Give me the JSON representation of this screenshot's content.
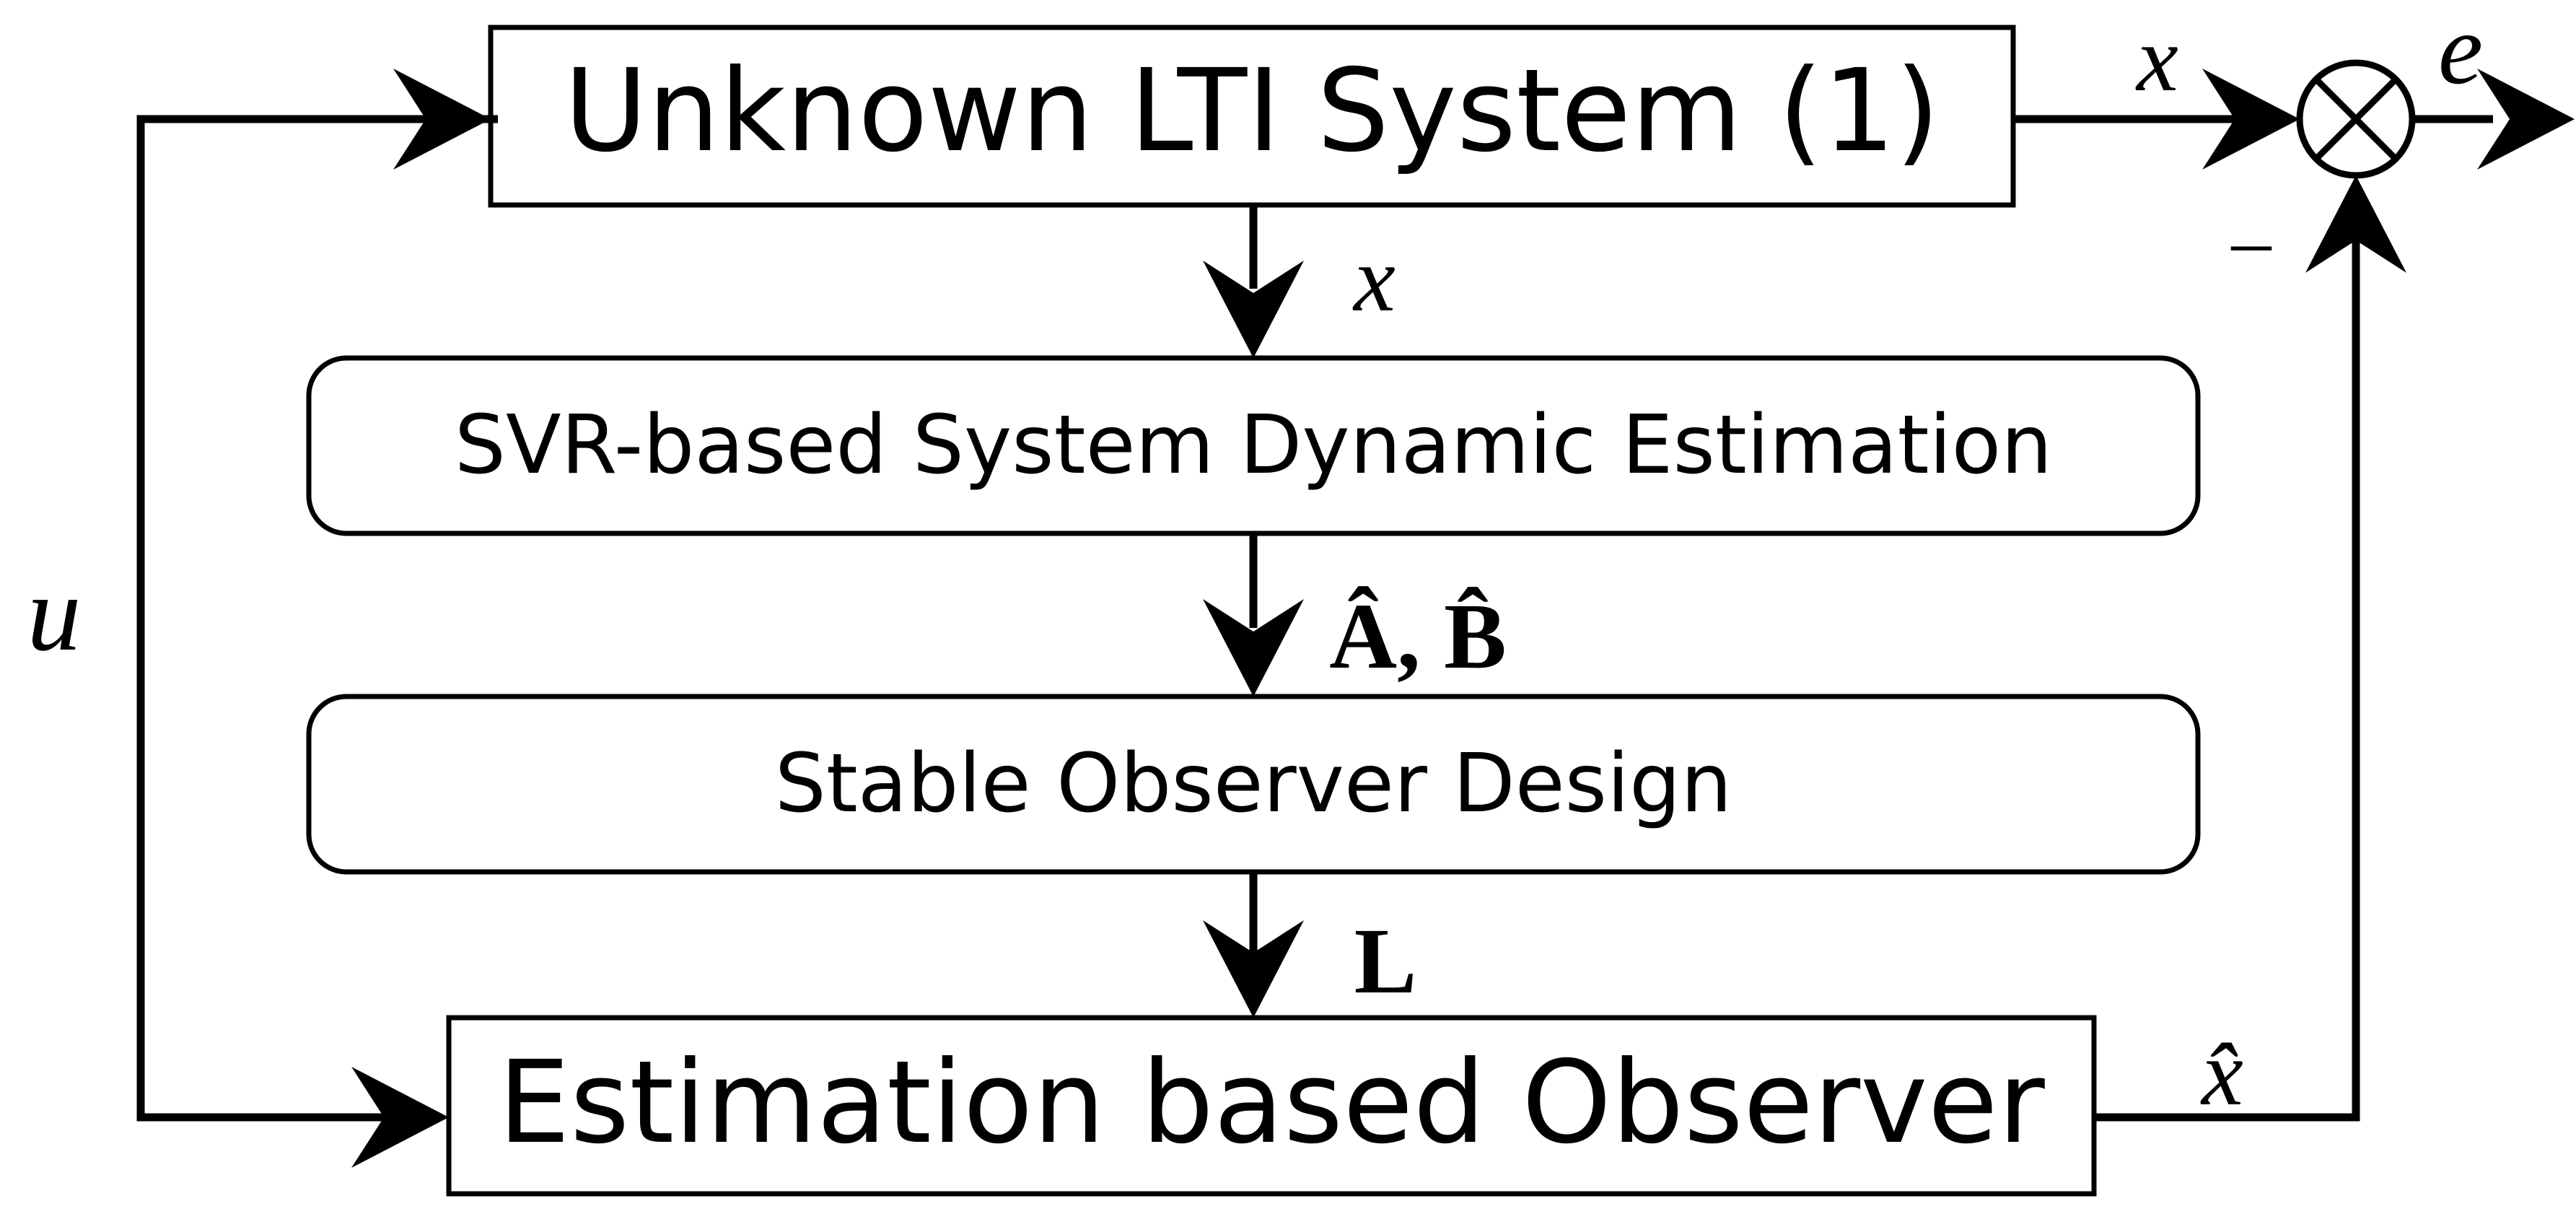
{
  "blocks": {
    "system": "Unknown LTI System (1)",
    "svr": "SVR-based System Dynamic Estimation",
    "observer_design": "Stable Observer Design",
    "estimator": "Estimation based Observer"
  },
  "signals": {
    "x_out": "x",
    "e": "e",
    "x_down": "x",
    "minus": "–",
    "AB": "Â, B̂",
    "L": "L",
    "u": "u",
    "xhat": "x̂"
  }
}
